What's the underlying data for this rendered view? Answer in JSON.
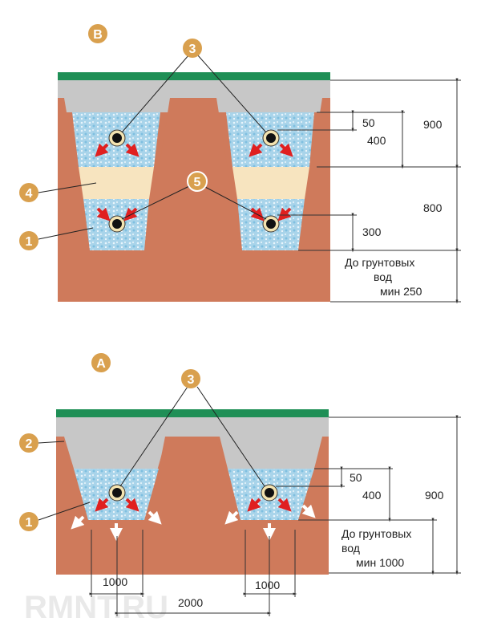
{
  "watermark": "RMNT.RU",
  "colors": {
    "soil": "#cf7a5b",
    "turf": "#1f8f56",
    "topsoil": "#c7c7c7",
    "gravel": "#a9d4ea",
    "sand": "#f7e4bf",
    "badge": "#d9a04e",
    "arrow_red": "#e02020",
    "arrow_white": "#ffffff"
  },
  "section_b": {
    "badge": "B",
    "callouts": {
      "c3": "3",
      "c4": "4",
      "c5": "5",
      "c1": "1"
    },
    "dims": {
      "d50": "50",
      "d400": "400",
      "d900": "900",
      "d800": "800",
      "d300": "300",
      "gw_line1": "До грунтовых",
      "gw_line2": "вод",
      "gw_line3": "мин 250"
    }
  },
  "section_a": {
    "badge": "A",
    "callouts": {
      "c3": "3",
      "c2": "2",
      "c1": "1"
    },
    "dims": {
      "d50": "50",
      "d400": "400",
      "d900": "900",
      "gw_line1": "До грунтовых",
      "gw_line2": "вод",
      "gw_line3": "мин 1000",
      "w1": "1000",
      "w2": "1000",
      "w3": "2000"
    }
  }
}
